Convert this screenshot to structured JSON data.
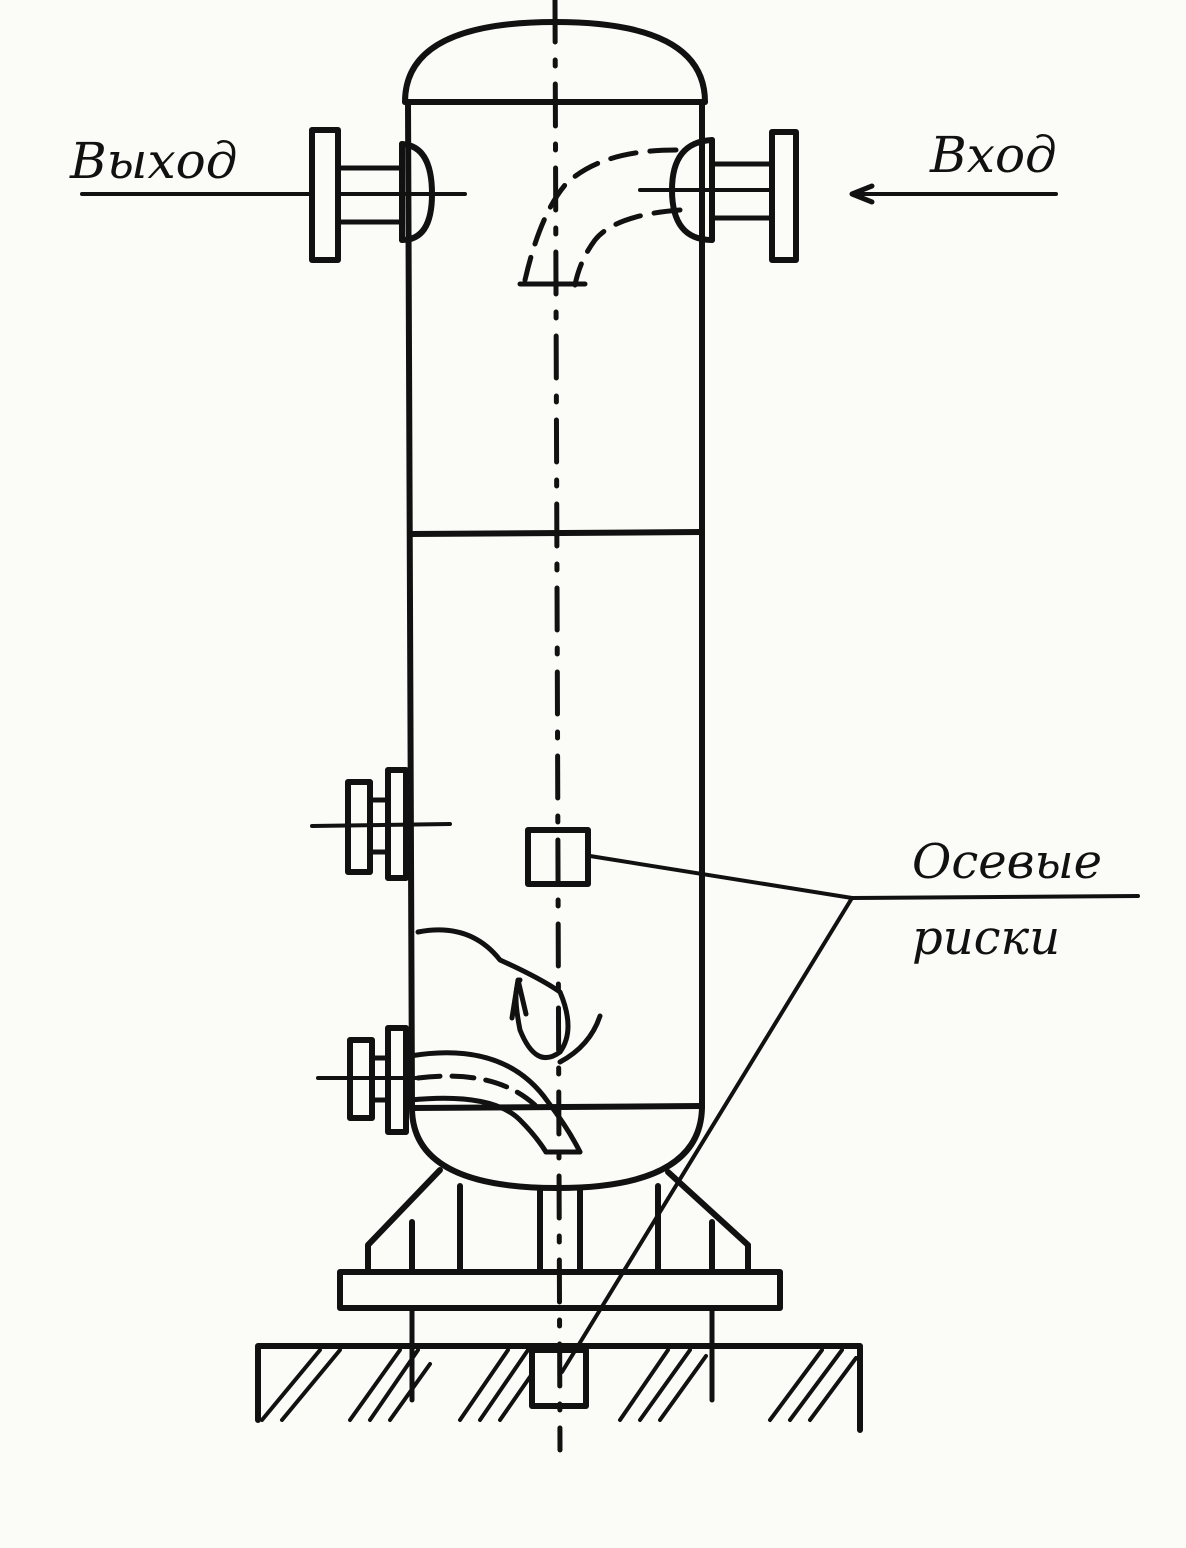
{
  "labels": {
    "outlet": "Выход",
    "inlet": "Вход",
    "axial_marks_line1": "Осевые",
    "axial_marks_line2": "риски"
  },
  "colors": {
    "ink": "#111111",
    "paper": "#fbfbf7"
  }
}
